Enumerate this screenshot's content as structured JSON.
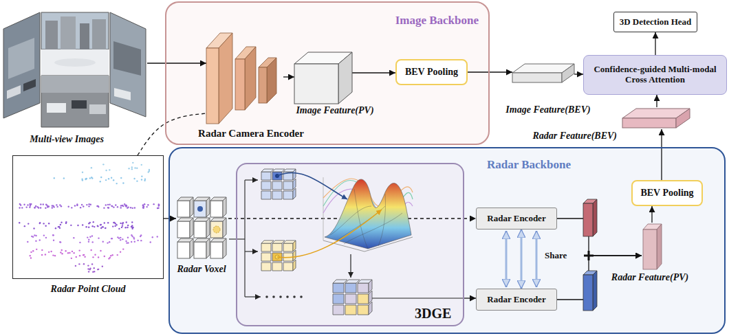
{
  "diagram": {
    "nodes": [
      {
        "text": [
          "Multi-view Images"
        ]
      },
      {
        "text": [
          "Image Backbone"
        ]
      },
      {
        "text": [
          "Radar Camera Encoder"
        ],
        "in": 1
      },
      {
        "text": [
          "Image Feature(PV)"
        ],
        "in": 1
      },
      {
        "text": [
          "BEV Pooling"
        ],
        "in": 1
      },
      {
        "text": [
          "Image Feature(BEV)"
        ]
      },
      {
        "text": [
          "3D Detection Head"
        ]
      },
      {
        "text": [
          "Confidence-guided Multi-modal Cross Attention"
        ]
      },
      {
        "text": [
          "Radar Feature(BEV)"
        ]
      },
      {
        "text": [
          "Radar Point Cloud"
        ]
      },
      {
        "text": [
          "Radar Backbone"
        ]
      },
      {
        "text": [
          "Radar Voxel"
        ],
        "in": 10
      },
      {
        "text": [
          "3DGE"
        ],
        "in": 10
      },
      {
        "text": [
          "Radar Encoder"
        ],
        "in": 10
      },
      {
        "text": [
          "Radar Encoder"
        ],
        "in": 10
      },
      {
        "text": [
          "BEV Pooling"
        ],
        "in": 10
      },
      {
        "text": [
          "Radar Feature(PV)"
        ],
        "in": 10
      }
    ],
    "edges": [
      {
        "from": 0,
        "to": 2,
        "arrow": "to"
      },
      {
        "from": 9,
        "to": 2,
        "arrow": "none"
      },
      {
        "from": 2,
        "to": 3,
        "arrow": "to"
      },
      {
        "from": 3,
        "to": 4,
        "arrow": "to"
      },
      {
        "from": 4,
        "to": 5,
        "arrow": "to"
      },
      {
        "from": 5,
        "to": 7,
        "arrow": "to"
      },
      {
        "from": 7,
        "to": 6,
        "arrow": "to"
      },
      {
        "from": 8,
        "to": 7,
        "arrow": "to"
      },
      {
        "from": 9,
        "to": 11,
        "arrow": "to"
      },
      {
        "from": 11,
        "to": 13,
        "arrow": "to"
      },
      {
        "from": 12,
        "to": 14,
        "arrow": "to"
      },
      {
        "from": 13,
        "to": 14,
        "arrow": "both",
        "label": "Share"
      },
      {
        "from": 13,
        "to": 16,
        "arrow": "to"
      },
      {
        "from": 14,
        "to": 16,
        "arrow": "to"
      },
      {
        "from": 16,
        "to": 15,
        "arrow": "to"
      },
      {
        "from": 15,
        "to": 8,
        "arrow": "to"
      }
    ]
  }
}
